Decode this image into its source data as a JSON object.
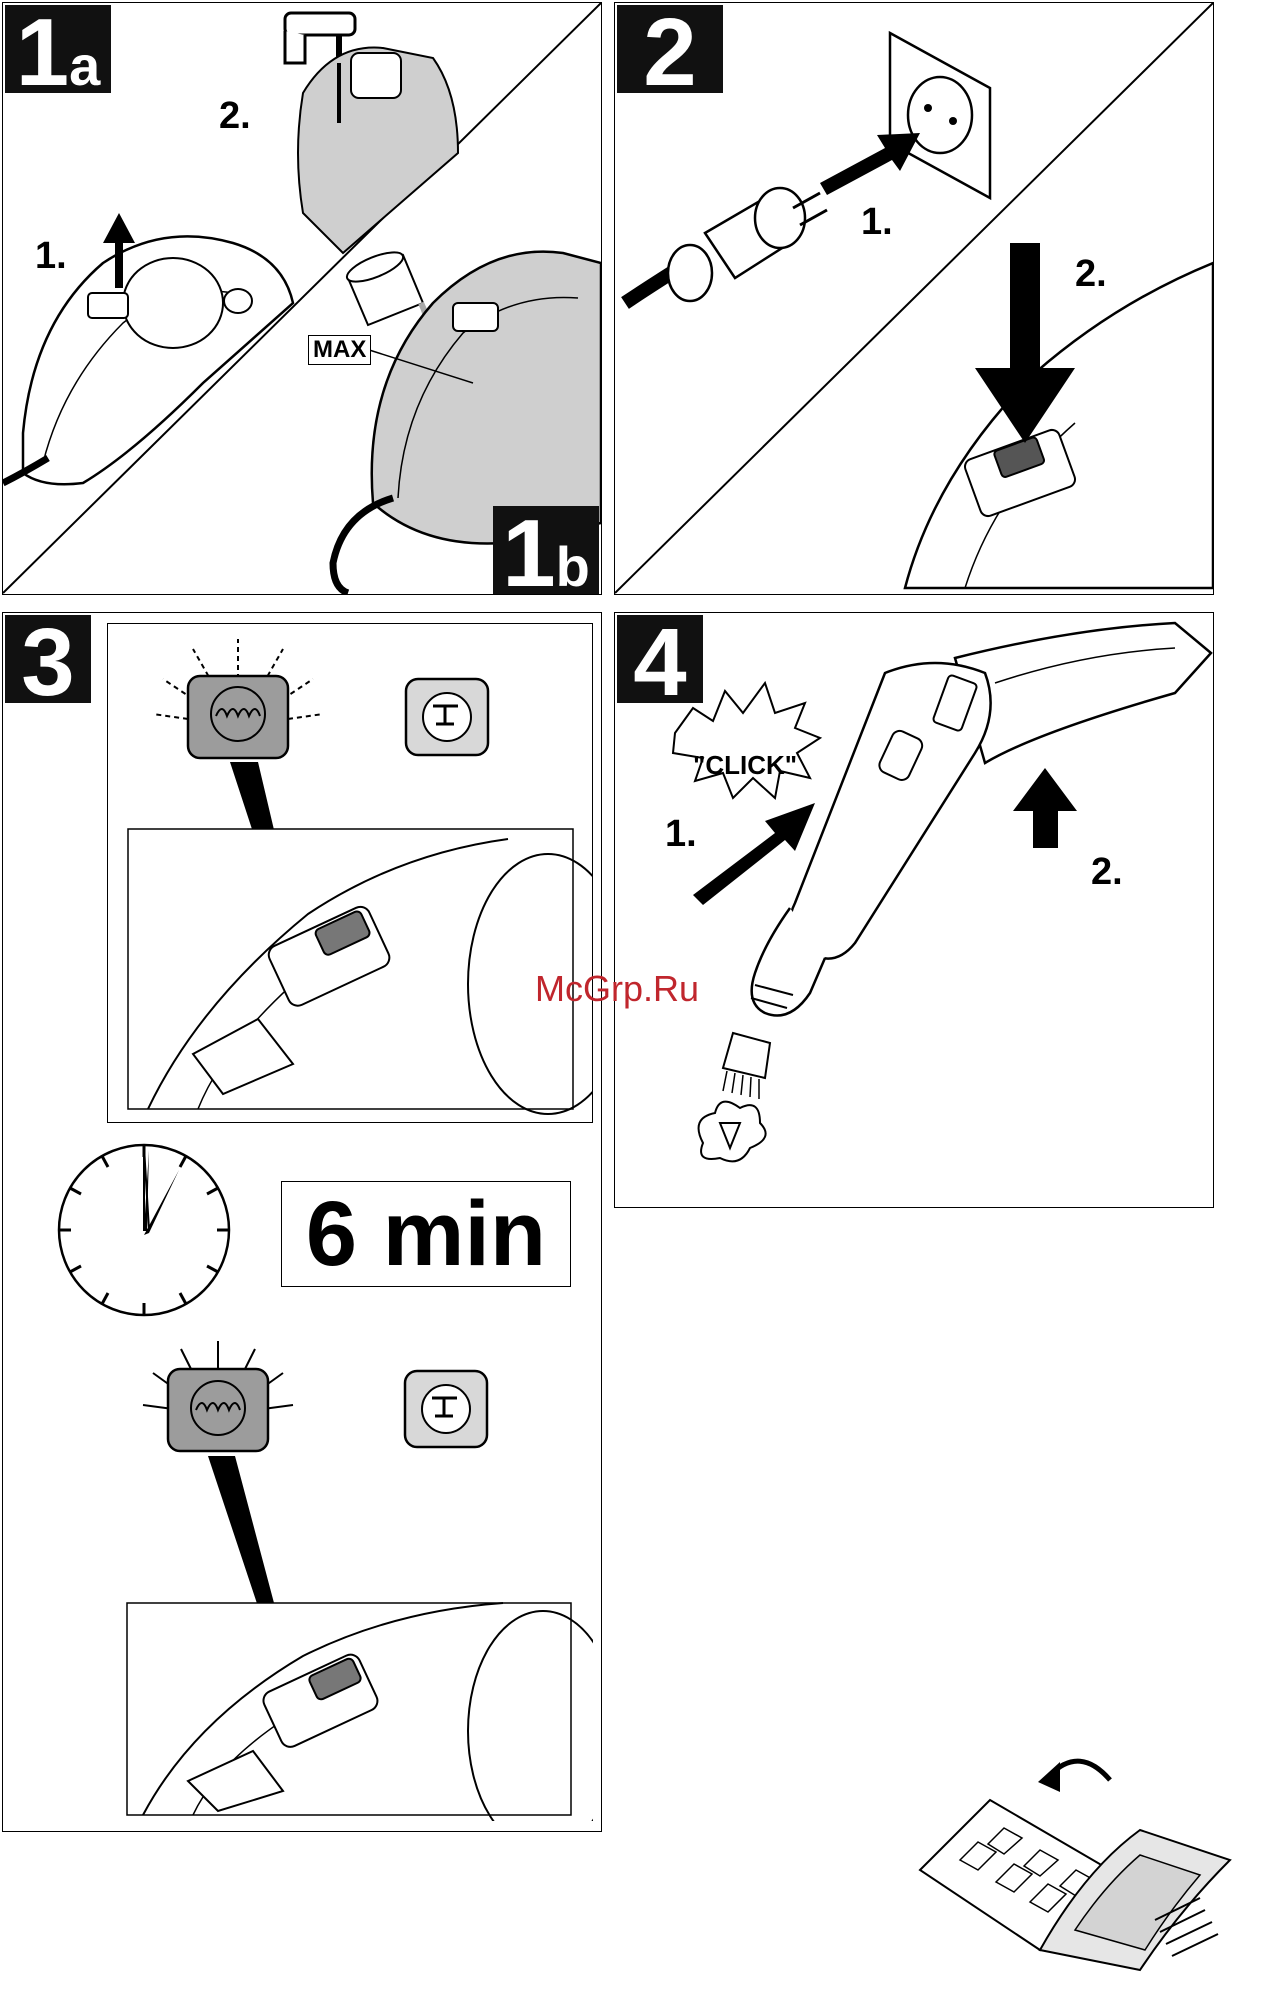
{
  "panel_1": {
    "badge_a": {
      "number": "1",
      "letter": "a"
    },
    "badge_b": {
      "number": "1",
      "letter": "b"
    },
    "step_1": "1.",
    "step_2": "2.",
    "max_label": "MAX"
  },
  "panel_2": {
    "badge": "2",
    "step_1": "1.",
    "step_2": "2."
  },
  "panel_3": {
    "badge": "3",
    "duration": "6 min"
  },
  "panel_4": {
    "badge": "4",
    "click": "\"CLICK\"",
    "step_1": "1.",
    "step_2": "2."
  },
  "watermark": "McGrp.Ru",
  "icons": [
    "heater-lamp-icon",
    "steam-ready-icon",
    "clock-icon",
    "power-socket-icon",
    "plug-icon",
    "tap-icon",
    "jug-icon",
    "page-turn-icon"
  ],
  "colors": {
    "ink": "#000000",
    "fill_grey": "#cfcfcf",
    "watermark": "#c0262d"
  }
}
